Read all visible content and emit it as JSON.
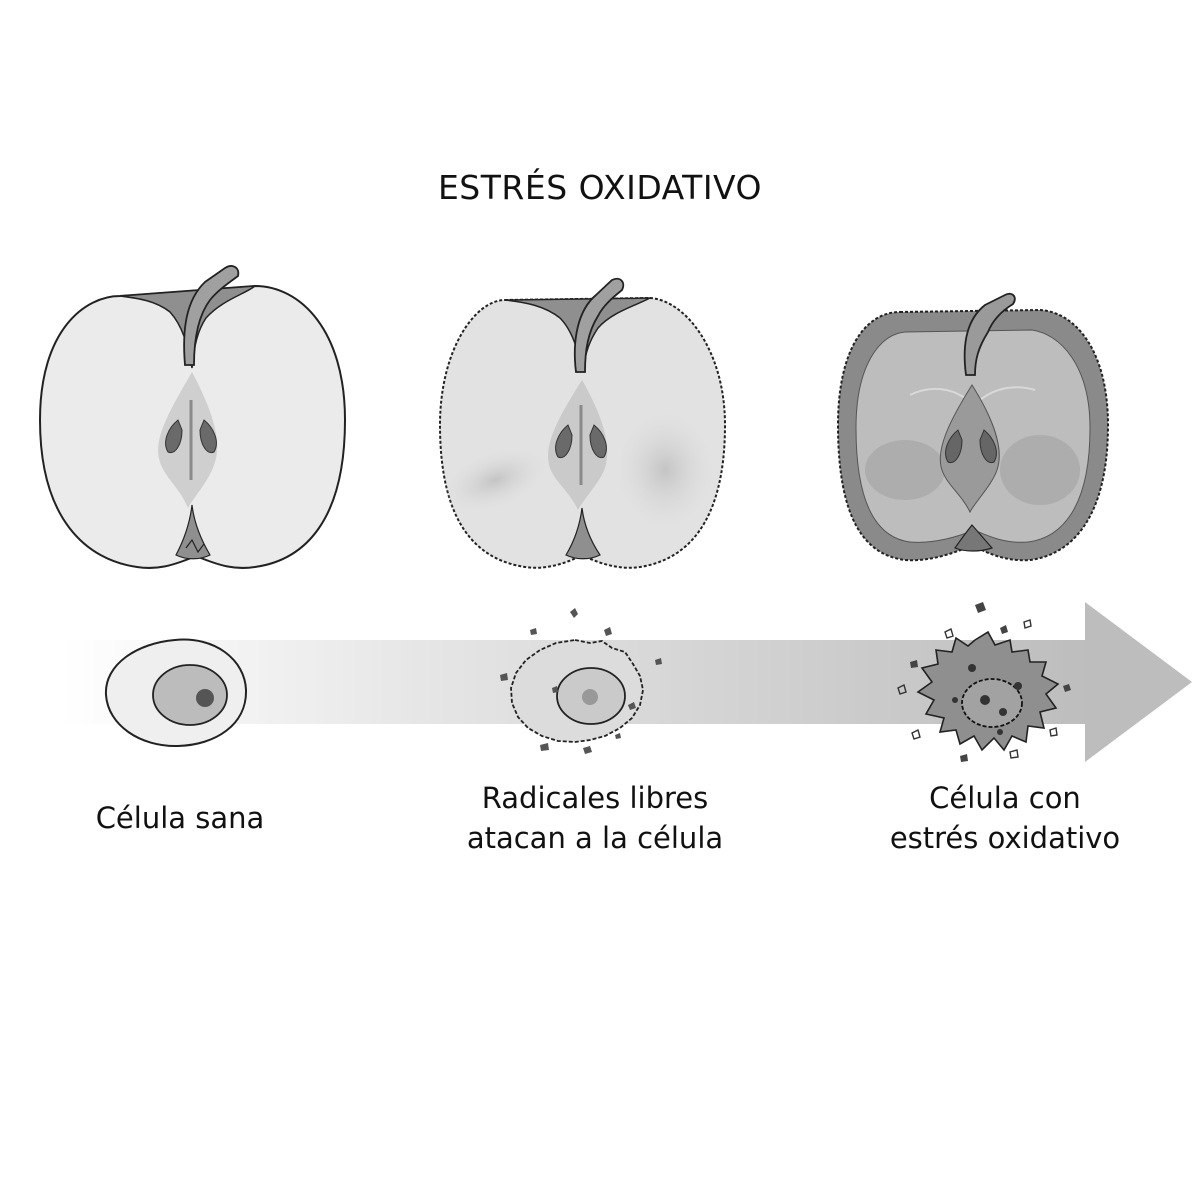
{
  "title": "ESTRÉS OXIDATIVO",
  "stages": [
    {
      "caption_lines": [
        "Célula sana"
      ]
    },
    {
      "caption_lines": [
        "Radicales libres",
        "atacan a la célula"
      ]
    },
    {
      "caption_lines": [
        "Célula con",
        "estrés oxidativo"
      ]
    }
  ]
}
